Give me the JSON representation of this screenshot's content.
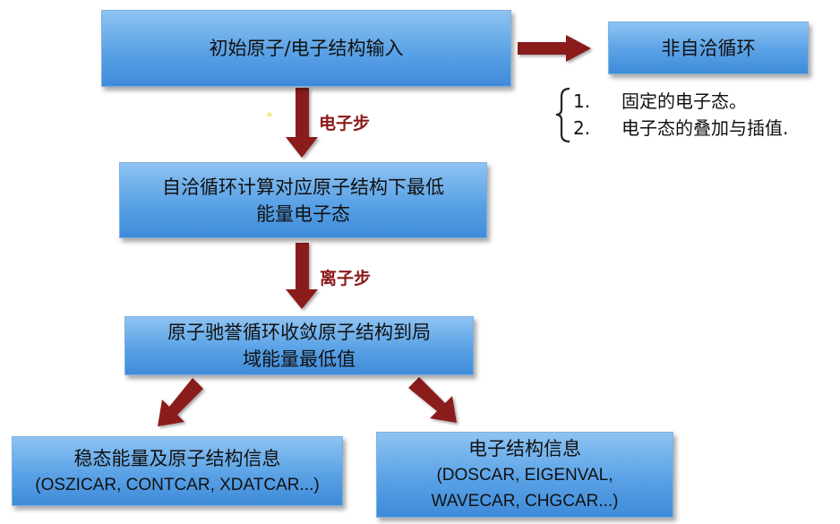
{
  "boxes": {
    "input": "初始原子/电子结构输入",
    "nonscf": "非自洽循环",
    "scf_line1": "自洽循环计算对应原子结构下最低",
    "scf_line2": "能量电子态",
    "relax_line1": "原子驰誉循环收敛原子结构到局",
    "relax_line2": "域能量最低值",
    "steady_title": "稳态能量及原子结构信息",
    "steady_files": "(OSZICAR, CONTCAR, XDATCAR...)",
    "elec_title": "电子结构信息",
    "elec_files_line1": "(DOSCAR, EIGENVAL,",
    "elec_files_line2": "WAVECAR, CHGCAR...)"
  },
  "labels": {
    "electron_step": "电子步",
    "ion_step": "离子步"
  },
  "nonscf_list": [
    {
      "num": "1.",
      "text": "固定的电子态。"
    },
    {
      "num": "2.",
      "text": "电子态的叠加与插值."
    }
  ],
  "colors": {
    "box_fill": "#5aa2e6",
    "arrow": "#8b1a1a"
  }
}
